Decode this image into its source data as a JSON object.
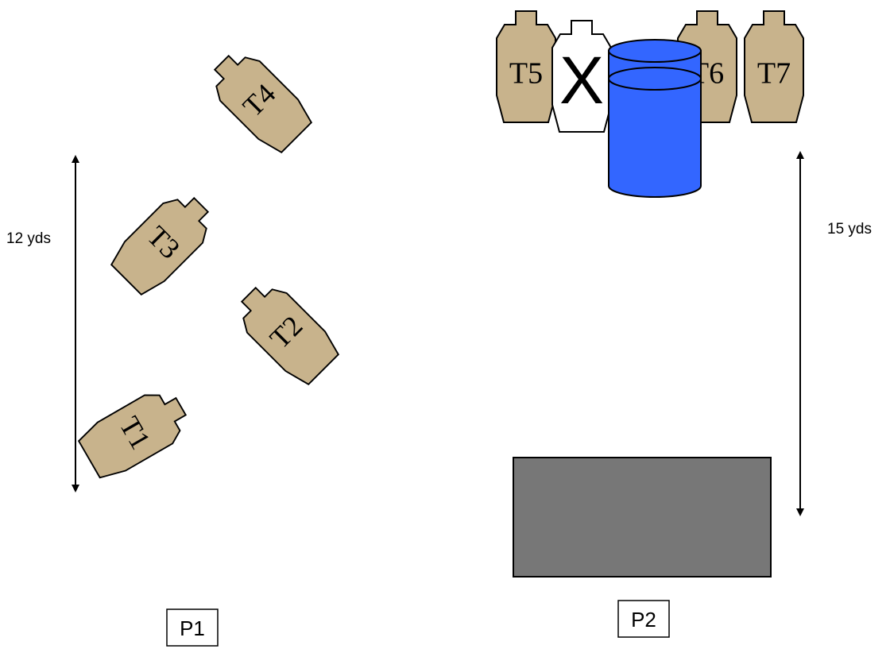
{
  "colors": {
    "target_fill": "#C8B38C",
    "no_shoot_fill": "#FFFFFF",
    "barrel_fill": "#3366FF",
    "wall_fill": "#777777",
    "outline": "#000000"
  },
  "targets": {
    "t1": {
      "label": "T1",
      "type": "shoot"
    },
    "t2": {
      "label": "T2",
      "type": "shoot"
    },
    "t3": {
      "label": "T3",
      "type": "shoot"
    },
    "t4": {
      "label": "T4",
      "type": "shoot"
    },
    "t5": {
      "label": "T5",
      "type": "shoot"
    },
    "t6": {
      "label": "T6",
      "type": "shoot"
    },
    "t7": {
      "label": "T7",
      "type": "shoot"
    },
    "no_shoot": {
      "label": "X",
      "type": "no-shoot"
    }
  },
  "props": {
    "barrel": {
      "icon": "barrel-icon"
    },
    "wall": {
      "icon": "wall-block"
    }
  },
  "distances": {
    "left": "12 yds",
    "right": "15 yds"
  },
  "positions": {
    "p1": "P1",
    "p2": "P2"
  }
}
